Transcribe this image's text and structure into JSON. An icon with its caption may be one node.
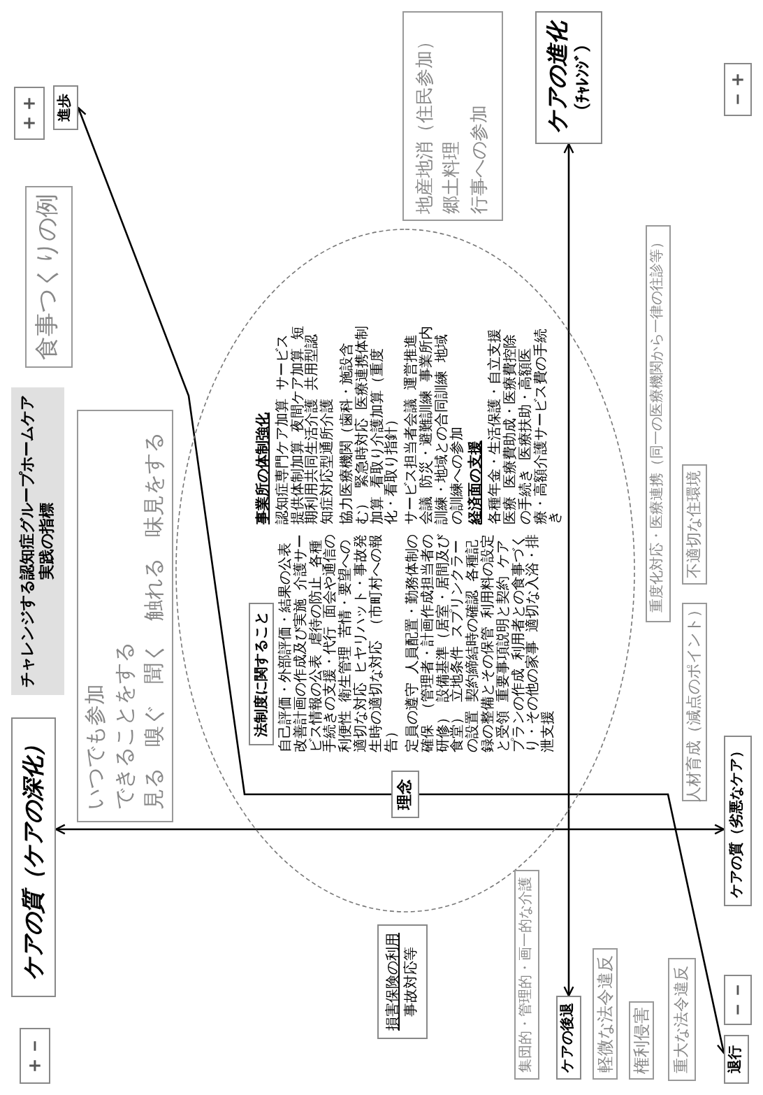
{
  "diagram": {
    "title": "チャレンジする認知症グループホームケア実践の指標",
    "nodes": [
      {
        "text": [
          "＋－"
        ]
      },
      {
        "text": [
          "ケアの質（ケアの深化）"
        ]
      },
      {
        "text": [
          "食事つくりの例"
        ]
      },
      {
        "text": [
          "＋＋"
        ]
      },
      {
        "text": [
          "進歩"
        ]
      },
      {
        "text": [
          "いつでも参加",
          "できることをする",
          "見る　嗅ぐ　聞く　触れる　味見をする"
        ]
      },
      {
        "text": [
          "自己評価・外部評価・結果の公表",
          "改善計画の作成及び実施",
          "介護サービス情報の公表",
          "虐待の防止",
          "各種手続きの支援・代行",
          "面会や通信の利便性",
          "衛生管理",
          "苦情・要望への適切な対応",
          "ヒヤリハット・事故発生時の適切な対応",
          "（市町村への報告）",
          "定員の遵守",
          "人員配置・勤務体制の確保",
          "（管理者・計画作成担当者の研修）",
          "設備基準（居室・居間及び食堂）",
          "立地条件",
          "スプリンクラーの設置",
          "契約締結時の確認",
          "各種記録の整備とその保管",
          "利用料の設定と受領",
          "重要事項説明と契約",
          "ケアプランの作成",
          "利用者との食事づくり・その他の家事",
          "適切な入浴・排泄支援",
          "事業所の体制強化",
          "認知症専門ケア加算",
          "サービス提供体制加算",
          "夜間ケア加算",
          "短期利用共同生活介護",
          "共用型認知症対応型通所介護",
          "協力医療機関（歯科・施設含む）",
          "緊急時対応",
          "医療連携体制加算",
          "看取り介護加算（重度化・看取り指針）",
          "サービス担当者会議",
          "運営推進会議",
          "防災・避難訓練",
          "事業所内訓練・地域との合同訓練",
          "地域の訓練への参加",
          "経済面の支援",
          "各種年金・生活保護・自立支援医療",
          "医療費助成・医療費控除の手続き",
          "医療扶助・高額医療・高額介護サービス費の手続き"
        ]
      },
      {
        "text": [
          "法制度に関すること"
        ],
        "in": 6
      },
      {
        "text": [
          "理念"
        ],
        "in": 6
      },
      {
        "text": [
          "損害保険の利用",
          "事故対応等"
        ]
      },
      {
        "text": [
          "地産地消（住民参加）",
          "郷土料理",
          "行事への参加"
        ]
      },
      {
        "text": [
          "ケアの進化",
          "（ﾁｬﾚﾝｼﾞ）"
        ]
      },
      {
        "text": [
          "集団的・管理的・画一的な介護"
        ]
      },
      {
        "text": [
          "ケアの後退"
        ]
      },
      {
        "text": [
          "軽微な法令違反"
        ]
      },
      {
        "text": [
          "重度化対応・医療連携（同一の医療機関から一律の往診等）"
        ]
      },
      {
        "text": [
          "権利侵害"
        ]
      },
      {
        "text": [
          "人材育成（減点のポイント）"
        ]
      },
      {
        "text": [
          "不適切な住環境"
        ]
      },
      {
        "text": [
          "重大な法令違反"
        ]
      },
      {
        "text": [
          "ケアの質（劣悪なケア）"
        ]
      },
      {
        "text": [
          "－－"
        ]
      },
      {
        "text": [
          "退行"
        ]
      },
      {
        "text": [
          "－＋"
        ]
      }
    ],
    "edges": [
      {
        "from": 1,
        "to": 20,
        "arrow": "both"
      },
      {
        "from": 11,
        "to": 13,
        "arrow": "both"
      },
      {
        "from": 8,
        "to": 4,
        "arrow": "to"
      },
      {
        "from": 8,
        "to": 22,
        "arrow": "to"
      }
    ]
  }
}
